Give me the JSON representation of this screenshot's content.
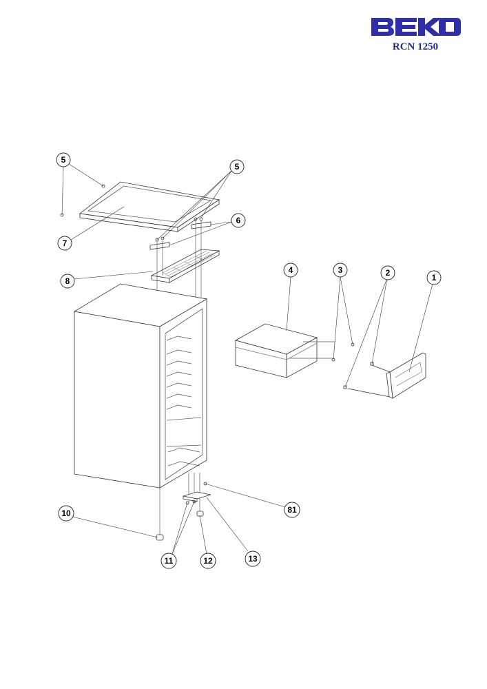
{
  "brand": {
    "logo_text": "BEKO",
    "color": "#2e2fa8"
  },
  "header": {
    "model": "RCN 1250"
  },
  "callouts": {
    "c5a": "5",
    "c5b": "5",
    "c6": "6",
    "c7": "7",
    "c8": "8",
    "c4": "4",
    "c3": "3",
    "c2": "2",
    "c1": "1",
    "c10": "10",
    "c81": "81",
    "c11": "11",
    "c12": "12",
    "c13": "13"
  }
}
